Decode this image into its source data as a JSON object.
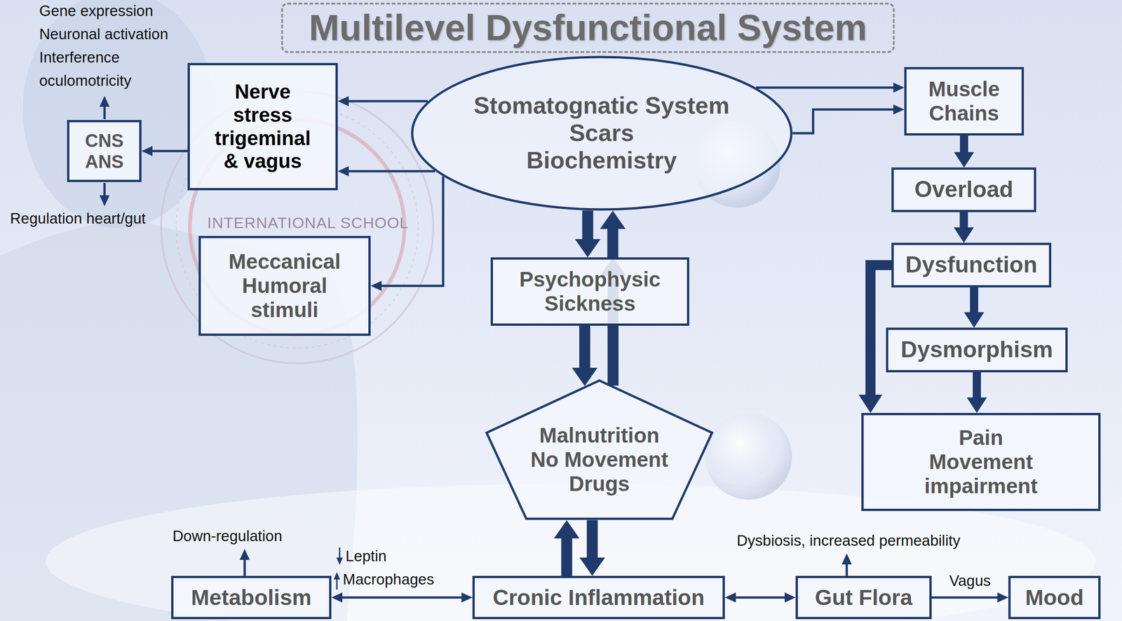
{
  "diagram": {
    "title": "Multilevel Dysfunctional System",
    "nodes": [
      {
        "text": [
          "CNS",
          "ANS"
        ]
      },
      {
        "text": [
          "Nerve stress trigeminal & vagus"
        ]
      },
      {
        "text": [
          "Stomatognatic System",
          "Scars",
          "Biochemistry"
        ]
      },
      {
        "text": [
          "Muscle Chains"
        ]
      },
      {
        "text": [
          "Overload"
        ]
      },
      {
        "text": [
          "Meccanical Humoral stimuli"
        ]
      },
      {
        "text": [
          "Psychophysic Sickness"
        ]
      },
      {
        "text": [
          "Dysfunction"
        ]
      },
      {
        "text": [
          "Dysmorphism"
        ]
      },
      {
        "text": [
          "Malnutrition",
          "No Movement",
          "Drugs"
        ]
      },
      {
        "text": [
          "Pain Movement impairment"
        ]
      },
      {
        "text": [
          "Metabolism"
        ]
      },
      {
        "text": [
          "Cronic Inflammation"
        ]
      },
      {
        "text": [
          "Gut Flora"
        ]
      },
      {
        "text": [
          "Mood"
        ]
      }
    ],
    "edges": [
      {
        "from": 2,
        "to": 1,
        "arrow": "to"
      },
      {
        "from": 2,
        "to": 1,
        "arrow": "to"
      },
      {
        "from": 1,
        "to": 0,
        "arrow": "to"
      },
      {
        "from": 2,
        "to": 5,
        "arrow": "to"
      },
      {
        "from": 2,
        "to": 3,
        "arrow": "to"
      },
      {
        "from": 2,
        "to": 3,
        "arrow": "to"
      },
      {
        "from": 2,
        "to": 6,
        "arrow": "to"
      },
      {
        "from": 6,
        "to": 2,
        "arrow": "to"
      },
      {
        "from": 6,
        "to": 9,
        "arrow": "to"
      },
      {
        "from": 9,
        "to": 6,
        "arrow": "to"
      },
      {
        "from": 12,
        "to": 9,
        "arrow": "to"
      },
      {
        "from": 9,
        "to": 12,
        "arrow": "to"
      },
      {
        "from": 3,
        "to": 4,
        "arrow": "to"
      },
      {
        "from": 4,
        "to": 7,
        "arrow": "to"
      },
      {
        "from": 7,
        "to": 8,
        "arrow": "to"
      },
      {
        "from": 8,
        "to": 10,
        "arrow": "to"
      },
      {
        "from": 7,
        "to": 10,
        "arrow": "to"
      },
      {
        "from": 11,
        "to": 12,
        "arrow": "both"
      },
      {
        "from": 12,
        "to": 13,
        "arrow": "both"
      },
      {
        "from": 13,
        "to": 14,
        "arrow": "to",
        "label": "Vagus"
      }
    ],
    "labels": [
      "Gene expression",
      "Neuronal activation",
      "Interference",
      "oculomotricity",
      "Regulation heart/gut",
      "INTERNATIONAL SCHOOL",
      "Down-regulation",
      "Leptin",
      "Macrophages",
      "Dysbiosis, increased permeability"
    ]
  }
}
